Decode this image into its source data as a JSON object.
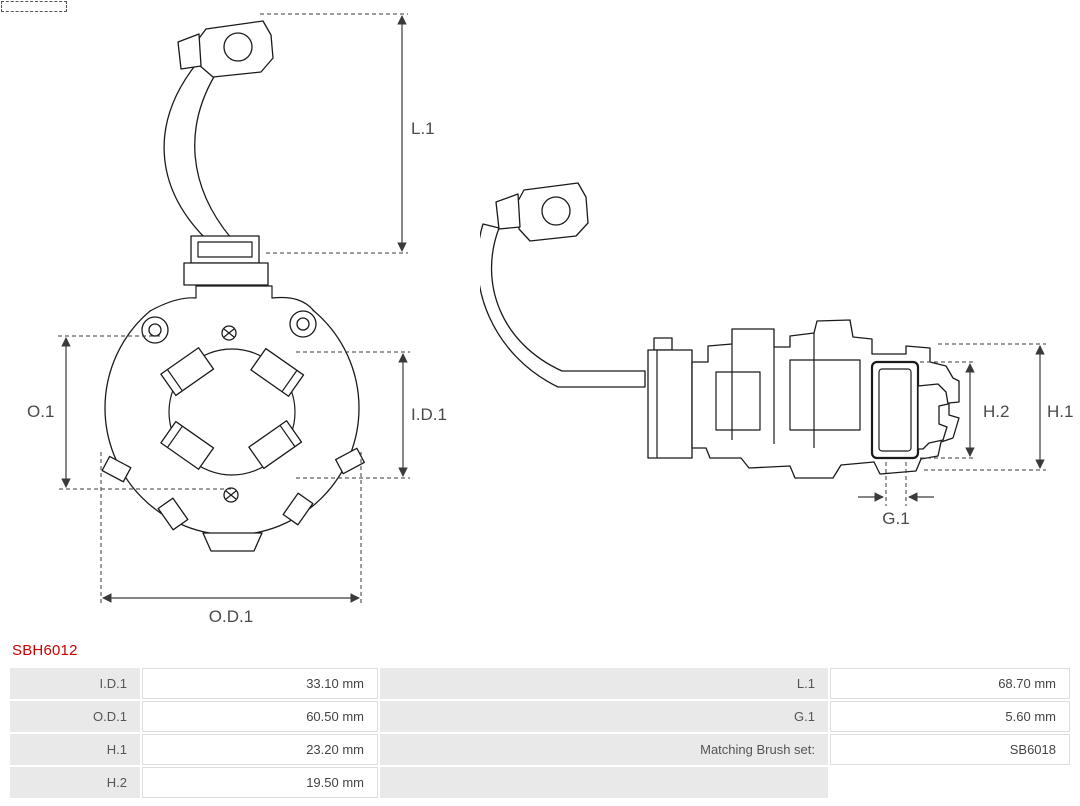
{
  "title": "SBH6012",
  "diagram": {
    "labels": {
      "l1": "L.1",
      "o1": "O.1",
      "id1": "I.D.1",
      "od1": "O.D.1",
      "h1": "H.1",
      "h2": "H.2",
      "g1": "G.1"
    }
  },
  "table": {
    "rows": [
      {
        "c1": "I.D.1",
        "c2": "33.10 mm",
        "c3": "L.1",
        "c4": "68.70 mm"
      },
      {
        "c1": "O.D.1",
        "c2": "60.50 mm",
        "c3": "G.1",
        "c4": "5.60 mm"
      },
      {
        "c1": "H.1",
        "c2": "23.20 mm",
        "c3": "Matching Brush set:",
        "c4": "SB6018"
      },
      {
        "c1": "H.2",
        "c2": "19.50 mm",
        "c3": "",
        "c4": ""
      }
    ]
  },
  "colors": {
    "title": "#cc0000",
    "label_cell_bg": "#e9e9e9",
    "dimension_text": "#4a4a4a"
  }
}
